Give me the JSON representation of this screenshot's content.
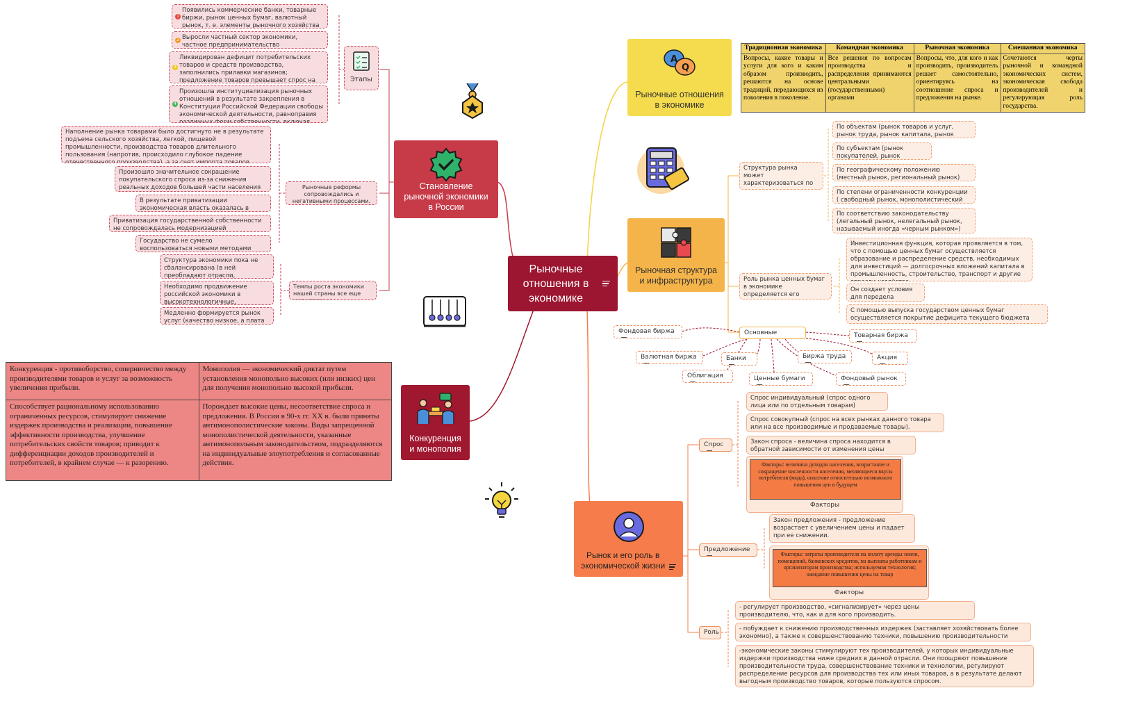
{
  "center": {
    "title": "Рыночные отношения в экономике"
  },
  "colors": {
    "center": "#9c1631",
    "red_topic": "#c73a48",
    "dark_red_topic": "#a0182f",
    "yellow_topic": "#f5dc4e",
    "orange_topic": "#f5b449",
    "coral_topic": "#f67d4b"
  },
  "topics": {
    "rise": {
      "title": "Становление рыночной экономики в России",
      "icon": "check-badge-icon"
    },
    "stages": {
      "label": "Этапы",
      "icon": "checklist-icon",
      "items": [
        {
          "num": "1",
          "text": "Появились коммерческие банки, товарные биржи, рынок ценных бумаг, валютный рынок, т. е. элементы рыночного хозяйства"
        },
        {
          "num": "2",
          "text": "Выросли частный сектор экономики, частное предпринимательство (приватизация)"
        },
        {
          "num": "3",
          "text": "Ликвидирован дефицит потребительских товаров и средств производства, заполнились прилавки магазинов; предложение товаров превышает спрос на них, что создает условия для конкуренции"
        },
        {
          "num": "4",
          "text": "Произошла институциализация рыночных отношений в результате закрепления в Конституции Российской Федерации свободы экономической деятельности, равноправия различных форм собственности, включая частную"
        }
      ]
    },
    "reforms": {
      "label": "Рыночные реформы сопровождались и негативными процессами.",
      "items": [
        "Наполнение рынка товарами было достигнуто не в результате подъема сельского хозяйства, легкой, пищевой промышленности, производства товаров длительного пользования (напротив, происходило глубокое падение отечественного производства), а за счет импорта товаров, произведенных за рубежом.",
        "Произошло значительное сокращение покупательского спроса из-за снижения реальных доходов большей части населения страны.",
        "В результате приватизации экономическая власть оказалась в руках группы собственников",
        "Приватизация государственной собственности не сопровождалась модернизацией производства.",
        "Государство не сумело воспользоваться новыми методами регулирования экономики."
      ]
    },
    "growth": {
      "label": "Темпы роста экономики нашей страны все еще недостаточны",
      "items": [
        "Структура экономики пока не сбалансирована (в ней преобладают отрасли, добывающие сырье)",
        "Необходимо продвижение российской экономики в высокотехнологичные, высокодоходные сферы",
        "Медленно формируется рынок услуг (качество низкое, а плата за них растет)"
      ]
    },
    "competition": {
      "title": "Конкуренция и монополия",
      "icon": "negotiation-icon",
      "table": [
        [
          "Конкуренция - противоборство, соперничество между производителями товаров и услуг за возможность увеличения прибыли.",
          "Монополия — экономический диктат путем установления монопольно высоких (или низких) цен для получения монопольно высокой прибыли."
        ],
        [
          "Способствует рациональному использованию ограниченных ресурсов, стимулирует снижение издержек производства и реализации, повышение эффективности производства, улучшение потребительских свойств товаров; приводит к дифференциации доходов производителей и потребителей, в крайнем случае — к разорению.",
          "Порождает высокие цены, несоответствие спроса и предложения. В России в 90-х гг. XX в. были приняты антимонополистические законы. Виды запрещенной монополистической деятельности, указанные антимонопольным законодательством, подразделяются на индивидуальные злоупотребления и согласованные действия."
        ]
      ]
    },
    "relations": {
      "title": "Рыночные отношения в экономике",
      "icon": "qa-bubbles-icon",
      "table": {
        "headers": [
          "Традиционная экономика",
          "Командная экономика",
          "Рыночная экономика",
          "Смешанная экономика"
        ],
        "cells": [
          "Вопросы, какие товары и услуги для кого и каким образом производить, решаются на основе традиций, передающихся из поколения в поколение.",
          "Все решения по вопросам производства и распределения принимаются центральными (государственными) органами",
          "Вопросы, что, для кого и как производить, производитель решает самостоятельно, ориентируясь на соотношение спроса и предложения на рынке.",
          "Сочетаются черты рыночной и командной экономических систем, экономическая свобода производителей и регулирующая роль государства."
        ]
      }
    },
    "structure": {
      "title": "Рыночная структура и инфраструктура",
      "icon": "puzzle-icon",
      "criteria_label": "Структура рынка может характеризоваться по различным критериям:",
      "criteria": [
        "По объектам (рынок товаров и услуг, рынок труда, рынок капитала, рынок информации)",
        "По субъектам (рынок покупателей, рынок продавцов)",
        "По географическому положению (местный рынок, региональный рынок)",
        "По степени ограниченности конкуренции ( свободный рынок, монополистический рынок)",
        "По соответствию законодательству (легальный рынок, нелегальный рынок, называемый иногда «черным рынком»)"
      ],
      "securities_label": "Роль рынка ценных бумаг в экономике определяется его функциями:",
      "securities": [
        "Инвестиционная функция, которая проявляется в том, что с помощью ценных бумаг осуществляется образование и распределение средств, необходимых для инвестиций — долгосрочных вложений капитала в промышленность, строительство, транспорт и другие отрасли хозяйства.",
        "Он создает условия для передела собственности.",
        "С помощью выпуска государством ценных бумаг осуществляется покрытие дефицита текущего бюджета"
      ],
      "elements_label": "Основные элементы",
      "elements": [
        "Фондовая биржа",
        "Товарная биржа",
        "Валютная биржа",
        "Банки",
        "Биржа труда",
        "Акция",
        "Облигация",
        "Ценные бумаги",
        "Фондовый рынок"
      ]
    },
    "market": {
      "title": "Рынок и его роль в экономической жизни",
      "icon": "user-circle-icon",
      "demand_label": "Спрос",
      "demand": [
        "Спрос индивидуальный (спрос одного лица или по отдельным товарам)",
        "Спрос совокупный (спрос на всех рынках данного товара или на все производимые и продаваемые товары).",
        "Закон спроса - величина спроса находится в обратной зависимости от изменения цены единицы товара."
      ],
      "demand_factors": "Факторы: величина доходов населения, возрастание и сокращение численности населения, меняющиеся вкусы потребителя (мода), опасение относительно возможного повышения цен в будущем",
      "factors_label": "Факторы",
      "supply_label": "Предложение",
      "supply_law": "Закон предложения - предложение возрастает с увеличением цены и падает при ее снижении.",
      "supply_factors": "Факторы: затраты производителя на оплату аренды земли, помещений, банковских кредитов, на выплаты работникам и организаторам производства; используемая технология; ожидание повышения цены на товар",
      "role_label": "Роль",
      "role": [
        "- регулирует производство, «сигнализирует» через цены производителю, что, как и для кого производить.",
        "- побуждает к снижению производственных издержек (заставляет хозяйствовать более экономно), а также к совершенствованию техники, повышению производительности труда",
        "-экономические законы стимулируют тех производителей, у которых индивидуальные издержки производства ниже средних в данной отрасли. Они поощряют повышение производительности труда, совершенствование техники и технологии, регулируют распределение ресурсов для производства тех или иных товаров, а в результате делают выгодным производство товаров, которые пользуются спросом."
      ]
    }
  },
  "decor": [
    "medal-icon",
    "calculator-card-icon",
    "newton-cradle-icon",
    "lightbulb-icon"
  ]
}
